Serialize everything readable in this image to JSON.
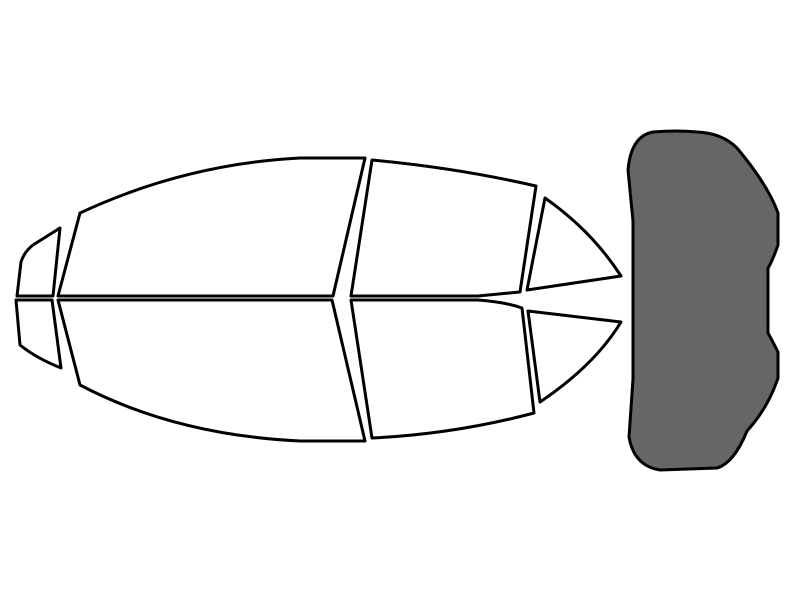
{
  "diagram": {
    "background_color": "#ffffff",
    "outline_color": "#000000",
    "panels": [
      {
        "id": "driver-front-vent-window",
        "state": "unfilled",
        "fill": "#ffffff"
      },
      {
        "id": "driver-front-door-window",
        "state": "unfilled",
        "fill": "#ffffff"
      },
      {
        "id": "driver-rear-door-window",
        "state": "unfilled",
        "fill": "#ffffff"
      },
      {
        "id": "driver-rear-quarter-window",
        "state": "unfilled",
        "fill": "#ffffff"
      },
      {
        "id": "passenger-front-vent-window",
        "state": "unfilled",
        "fill": "#ffffff"
      },
      {
        "id": "passenger-front-door-window",
        "state": "unfilled",
        "fill": "#ffffff"
      },
      {
        "id": "passenger-rear-door-window",
        "state": "unfilled",
        "fill": "#ffffff"
      },
      {
        "id": "passenger-rear-quarter-window",
        "state": "unfilled",
        "fill": "#ffffff"
      },
      {
        "id": "rear-windshield",
        "state": "filled",
        "fill": "#666666"
      }
    ]
  }
}
